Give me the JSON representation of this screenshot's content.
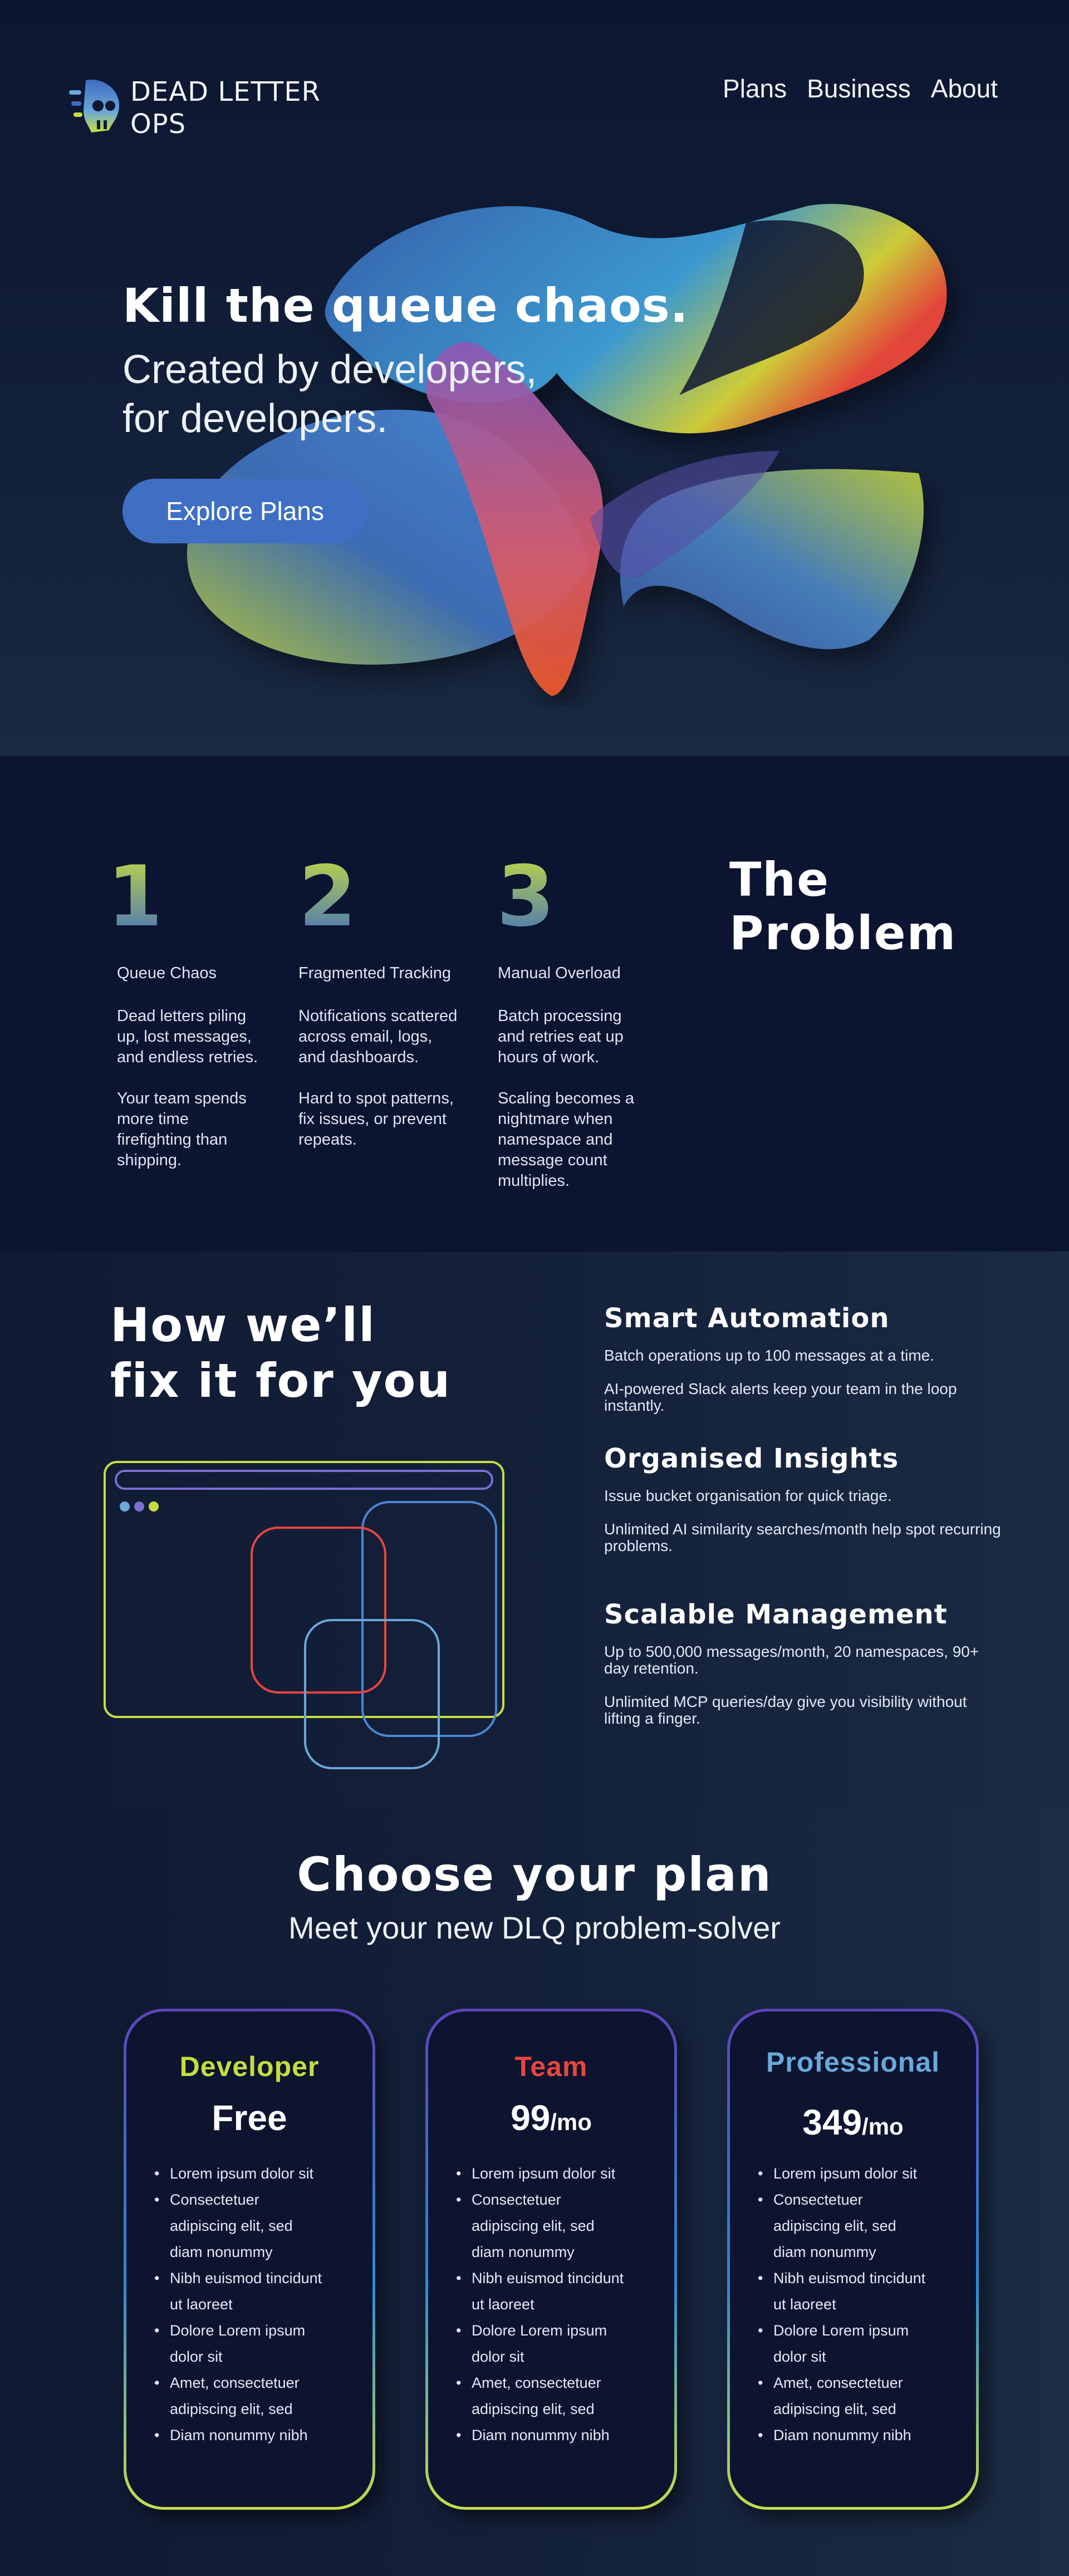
{
  "brand": {
    "name_line1": "DEAD LETTER",
    "name_line2": "OPS"
  },
  "nav": {
    "items": [
      "Plans",
      "Business",
      "About"
    ]
  },
  "hero": {
    "title": "Kill the queue chaos.",
    "subtitle_line1": "Created by developers,",
    "subtitle_line2": "for developers.",
    "cta_label": "Explore Plans"
  },
  "problem": {
    "title_line1": "The",
    "title_line2": "Problem",
    "items": [
      {
        "number": "1",
        "heading": "Queue Chaos",
        "p1": "Dead letters piling up, lost messages, and endless retries.",
        "p2": "Your team spends more time firefighting than shipping."
      },
      {
        "number": "2",
        "heading": "Fragmented Tracking",
        "p1": "Notifications scattered across email, logs, and dashboards.",
        "p2": "Hard to spot patterns, fix issues, or prevent repeats."
      },
      {
        "number": "3",
        "heading": "Manual Overload",
        "p1": "Batch processing and retries eat up hours of work.",
        "p2": "Scaling becomes a nightmare when namespace and message count multiplies."
      }
    ]
  },
  "fix": {
    "title_line1": "How we’ll",
    "title_line2": "fix it for you",
    "features": [
      {
        "heading": "Smart Automation",
        "p1": "Batch operations up to 100 messages at a time.",
        "p2": "AI-powered Slack alerts keep your team in the loop instantly."
      },
      {
        "heading": "Organised Insights",
        "p1": "Issue bucket organisation for quick triage.",
        "p2": "Unlimited AI similarity searches/month help spot recurring problems."
      },
      {
        "heading": "Scalable Management",
        "p1": "Up to 500,000 messages/month, 20 namespaces, 90+ day retention.",
        "p2": "Unlimited MCP queries/day give you visibility without lifting a finger."
      }
    ]
  },
  "plans": {
    "title": "Choose your plan",
    "subtitle": "Meet your new DLQ problem-solver",
    "cards": [
      {
        "name": "Developer",
        "price": "Free",
        "per": "",
        "color": "#c6dd3f",
        "features": [
          "Lorem ipsum dolor sit",
          "Consectetuer",
          "adipiscing elit, sed",
          "diam nonummy",
          "Nibh euismod tincidunt",
          "ut laoreet",
          "Dolore Lorem ipsum",
          "dolor sit",
          "Amet, consectetuer",
          "adipiscing elit, sed",
          "Diam nonummy nibh"
        ]
      },
      {
        "name": "Team",
        "price": "99",
        "per": "/mo",
        "color": "#e8463e",
        "features": [
          "Lorem ipsum dolor sit",
          "Consectetuer",
          "adipiscing elit, sed",
          "diam nonummy",
          "Nibh euismod tincidunt",
          "ut laoreet",
          "Dolore Lorem ipsum",
          "dolor sit",
          "Amet, consectetuer",
          "adipiscing elit, sed",
          "Diam nonummy nibh"
        ]
      },
      {
        "name": "Professional",
        "price": "349",
        "per": "/mo",
        "color": "#6aa8d8",
        "features": [
          "Lorem ipsum dolor sit",
          "Consectetuer",
          "adipiscing elit, sed",
          "diam nonummy",
          "Nibh euismod tincidunt",
          "ut laoreet",
          "Dolore Lorem ipsum",
          "dolor sit",
          "Amet, consectetuer",
          "adipiscing elit, sed",
          "Diam nonummy nibh"
        ]
      }
    ]
  },
  "colors": {
    "accent_blue": "#3f6fc4",
    "lime": "#c6dd3f",
    "red": "#e8463e",
    "sky": "#6aa8d8",
    "navy": "#0b1430"
  },
  "icons": {
    "logo": "skull-queue-icon"
  }
}
